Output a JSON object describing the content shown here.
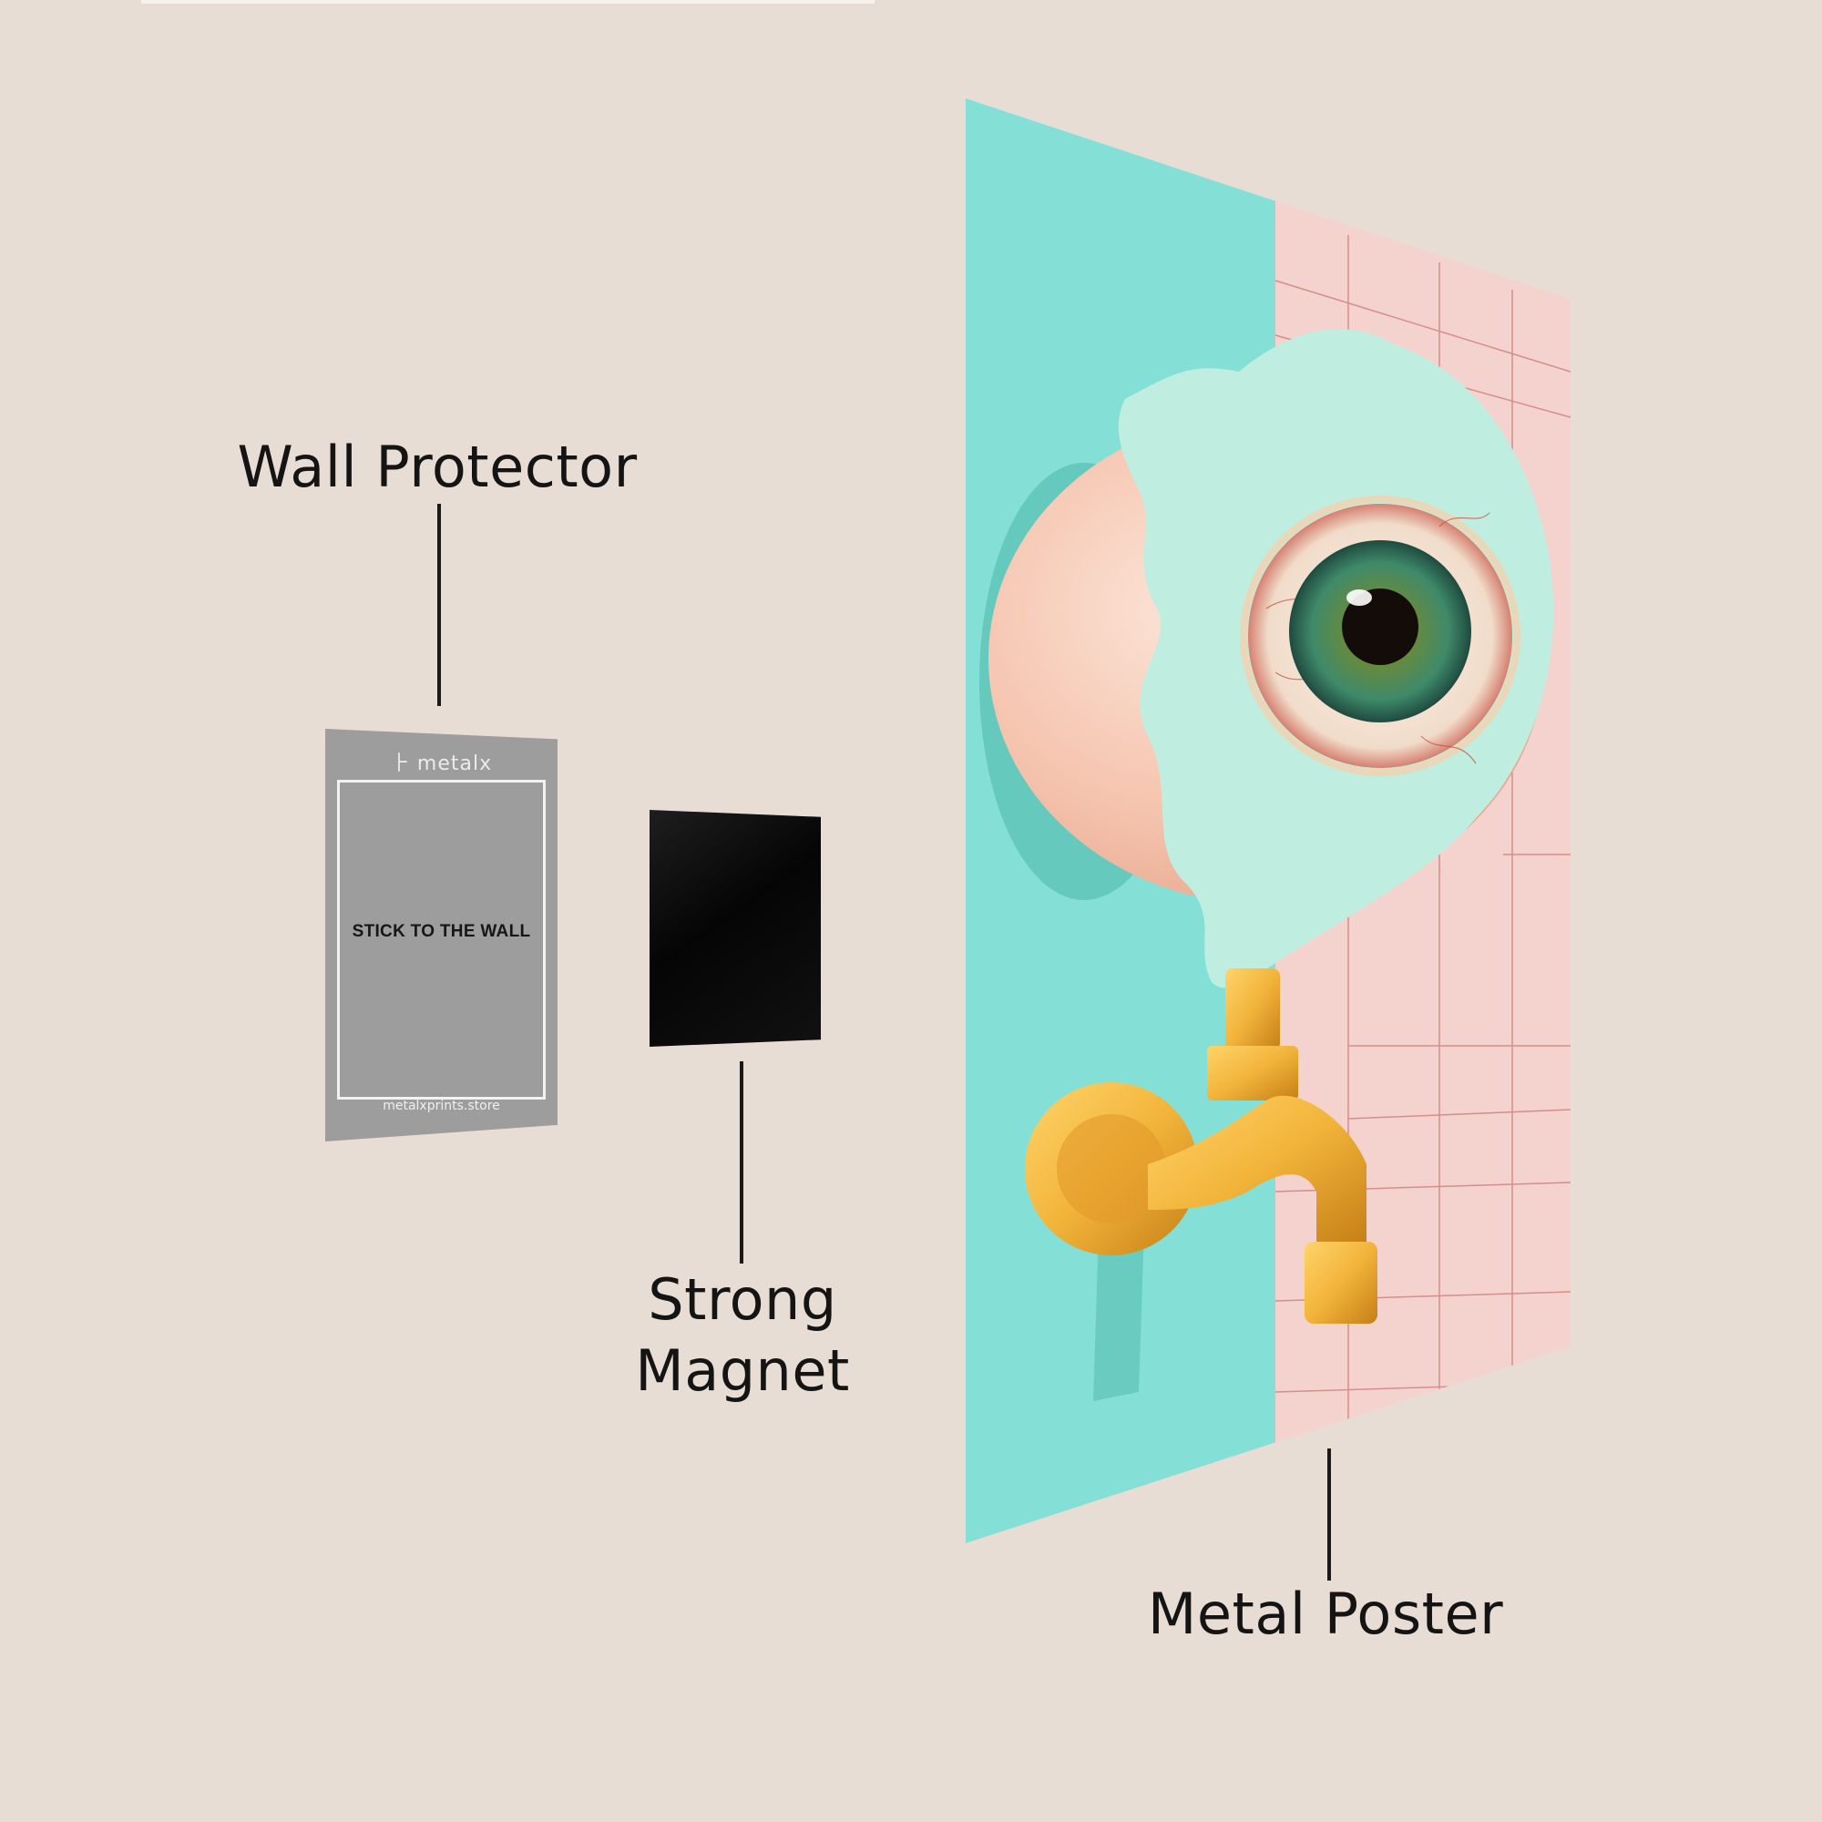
{
  "labels": {
    "wall_protector": "Wall Protector",
    "strong_magnet_line1": "Strong",
    "strong_magnet_line2": "Magnet",
    "metal_poster": "Metal Poster"
  },
  "wall_protector_card": {
    "logo_mark": "⺊",
    "logo_text": "metalx",
    "instruction": "STICK TO THE WALL",
    "url": "metalxprints.store",
    "color": "#9d9d9d"
  },
  "magnet_card": {
    "color": "#0a0a0a"
  },
  "poster": {
    "artwork": "eyeball-faucet-art",
    "teal_color": "#84e0d6",
    "pink_color": "#f4d3cf",
    "gold_color": "#f2b43a"
  },
  "colors": {
    "background": "#e8ddd4",
    "text": "#141414"
  }
}
